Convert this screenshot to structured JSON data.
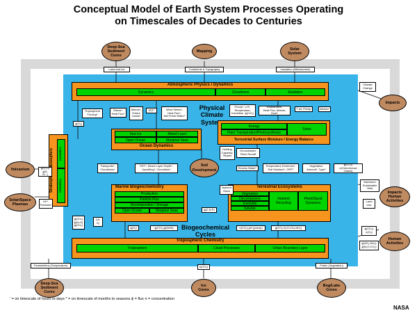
{
  "title": "Conceptual Model of Earth System Processes Operating\non Timescales of Decades to Centuries",
  "atmos": {
    "title": "Atmospheric Physics / Dynamics",
    "cells": [
      "Dynamics",
      "Cloudiness",
      "Radiation"
    ]
  },
  "physical_climate": "Physical\nClimate\nSystem",
  "ocean": {
    "title": "Ocean Dynamics",
    "cells": [
      "Sea Ice",
      "Mixed Layer",
      "Open Ocean",
      "Marginal Seas"
    ]
  },
  "terrestrial_energy": {
    "title": "Terrestrial Surface Moisture / Energy Balance",
    "cells": [
      "Energy",
      "Plant Transpiration/Photosynthesis",
      "Snow"
    ]
  },
  "strato": {
    "title": "Stratosphere / Mesosphere",
    "cells": [
      "Dynamics",
      "Chemistry"
    ]
  },
  "marine": {
    "title": "Marine Biogeochemistry",
    "cells": [
      "Production",
      "Particle Flux",
      "Decomposition / Storage",
      "Open Ocean",
      "Marginal Seas"
    ]
  },
  "terrestrial_eco": {
    "title": "Terrestrial Ecosystems",
    "cells": [
      "Vegetation",
      "Decomposers",
      "Insoluble",
      "Soluble",
      "Nutrient\nRecycling",
      "Plant/Stand\nDynamics"
    ]
  },
  "biogeo": "Biogeochemical\nCycles",
  "tropo": {
    "title": "Tropospheric Chemistry",
    "cells": [
      "Troposphere",
      "Cloud Processes",
      "Urban Boundary Layer"
    ]
  },
  "ellipses": {
    "deep_sea_top": "Deep-Sea\nSediment\nCores",
    "mapping": "Mapping",
    "solar_system": "Solar\nSystem",
    "impacts": "Impacts",
    "volcanism": "Volcanism",
    "solar_plasmas": "Solar/Space\nPlasmas",
    "soil": "Soil\nDevelopment",
    "impacts_human": "Impacts\nHuman\nActivities",
    "human": "Human\nActivities",
    "deep_sea_bottom": "Deep-Sea\nSediment\nCores",
    "ice": "Ice\nCores",
    "bog": "Bog/Lake\nCores"
  },
  "labels": {
    "land_ice": "Land and Ice",
    "continents": "Continents & Topography",
    "insolation": "Insolation (Milankovitch)",
    "climate_change": "Climate\nChange",
    "tropo_forcing": "Troposphere\nForcing*",
    "phi_o3": "ϕ(O₃)",
    "stress": "Stress*,\nHeat Flux*",
    "albedo_extent": "Albedo*,\nExtent\nLeads*",
    "sst1": "SST*",
    "wind": "Wind Stress*,\nHeat Flux*,\nNet Fresh Water*",
    "precip": "Precip*, LH*,\nTemperature,\nInsolation, ϕ(CO₂)",
    "evap": "Evaporation,\nHeat Flux, Albedo, Dust*",
    "tair": "T air, Precip",
    "albedo2": "Albedo*",
    "holding": "Holding\nCapacity,\nSlopes",
    "groundwater": "Groundwater,\nRiver Runoff",
    "transports": "Transports*,\nCloudiness*",
    "sst_mld": "SST*, Mixed Layer Depth*,\nUpwelling*, Circulation*",
    "excess_water": "Excess Water*",
    "temp_extremes": "Temperature Extremes*,\nSoil Moisture*, GPP*",
    "veg_amount": "Vegetation\nAmount*, Type*",
    "phi_co2_gas": "ϕ(CO₂)\nn(Greenhouse Gases)",
    "nutrient_stock": "Nutrient\nStock",
    "minimum_yield": "Maximum\nSustainable\nYield",
    "land_use": "Land\nUse",
    "volc_flux": "ϕ(H₂O)\nϕ(S, N...)",
    "uv_particles": "UV*,\nParticles*",
    "strat_flux": "ϕ(CH₄)\nϕ(N₂O)\nϕ(CH₄)",
    "uv_o3": "UV,\nO₃",
    "phi_o2": "ϕ(O₂)",
    "phi_co2_o2": "ϕ(CO₂),ϕ(DMS)",
    "cnp": "ϕ(C,N,P)",
    "nco2": "n(CO₂),pH (precip)",
    "tropo_flux": "ϕ(CO₂,N₂O,CH₄,NH₃)",
    "phi_co2_r": "ϕ(CO₂)\nn(O₃)",
    "human_flux": "ϕ(SO₂,NO₂)\nϕ(N₂O,CO₂)",
    "forams": "Foraminifera (Temperature)",
    "ice_flux": "n(CO₂)",
    "pollen": "Pollen (Vegetation)"
  },
  "footnote": "' = on timescale of hours to days    * = on timescale of months to seasons  ϕ = flux   n = concentration",
  "credit": "NASA",
  "colors": {
    "blue": "#39b4e8",
    "orange": "#f7941d",
    "green": "#00d400",
    "brown": "#c08a60",
    "gray": "#d9d9d9"
  }
}
